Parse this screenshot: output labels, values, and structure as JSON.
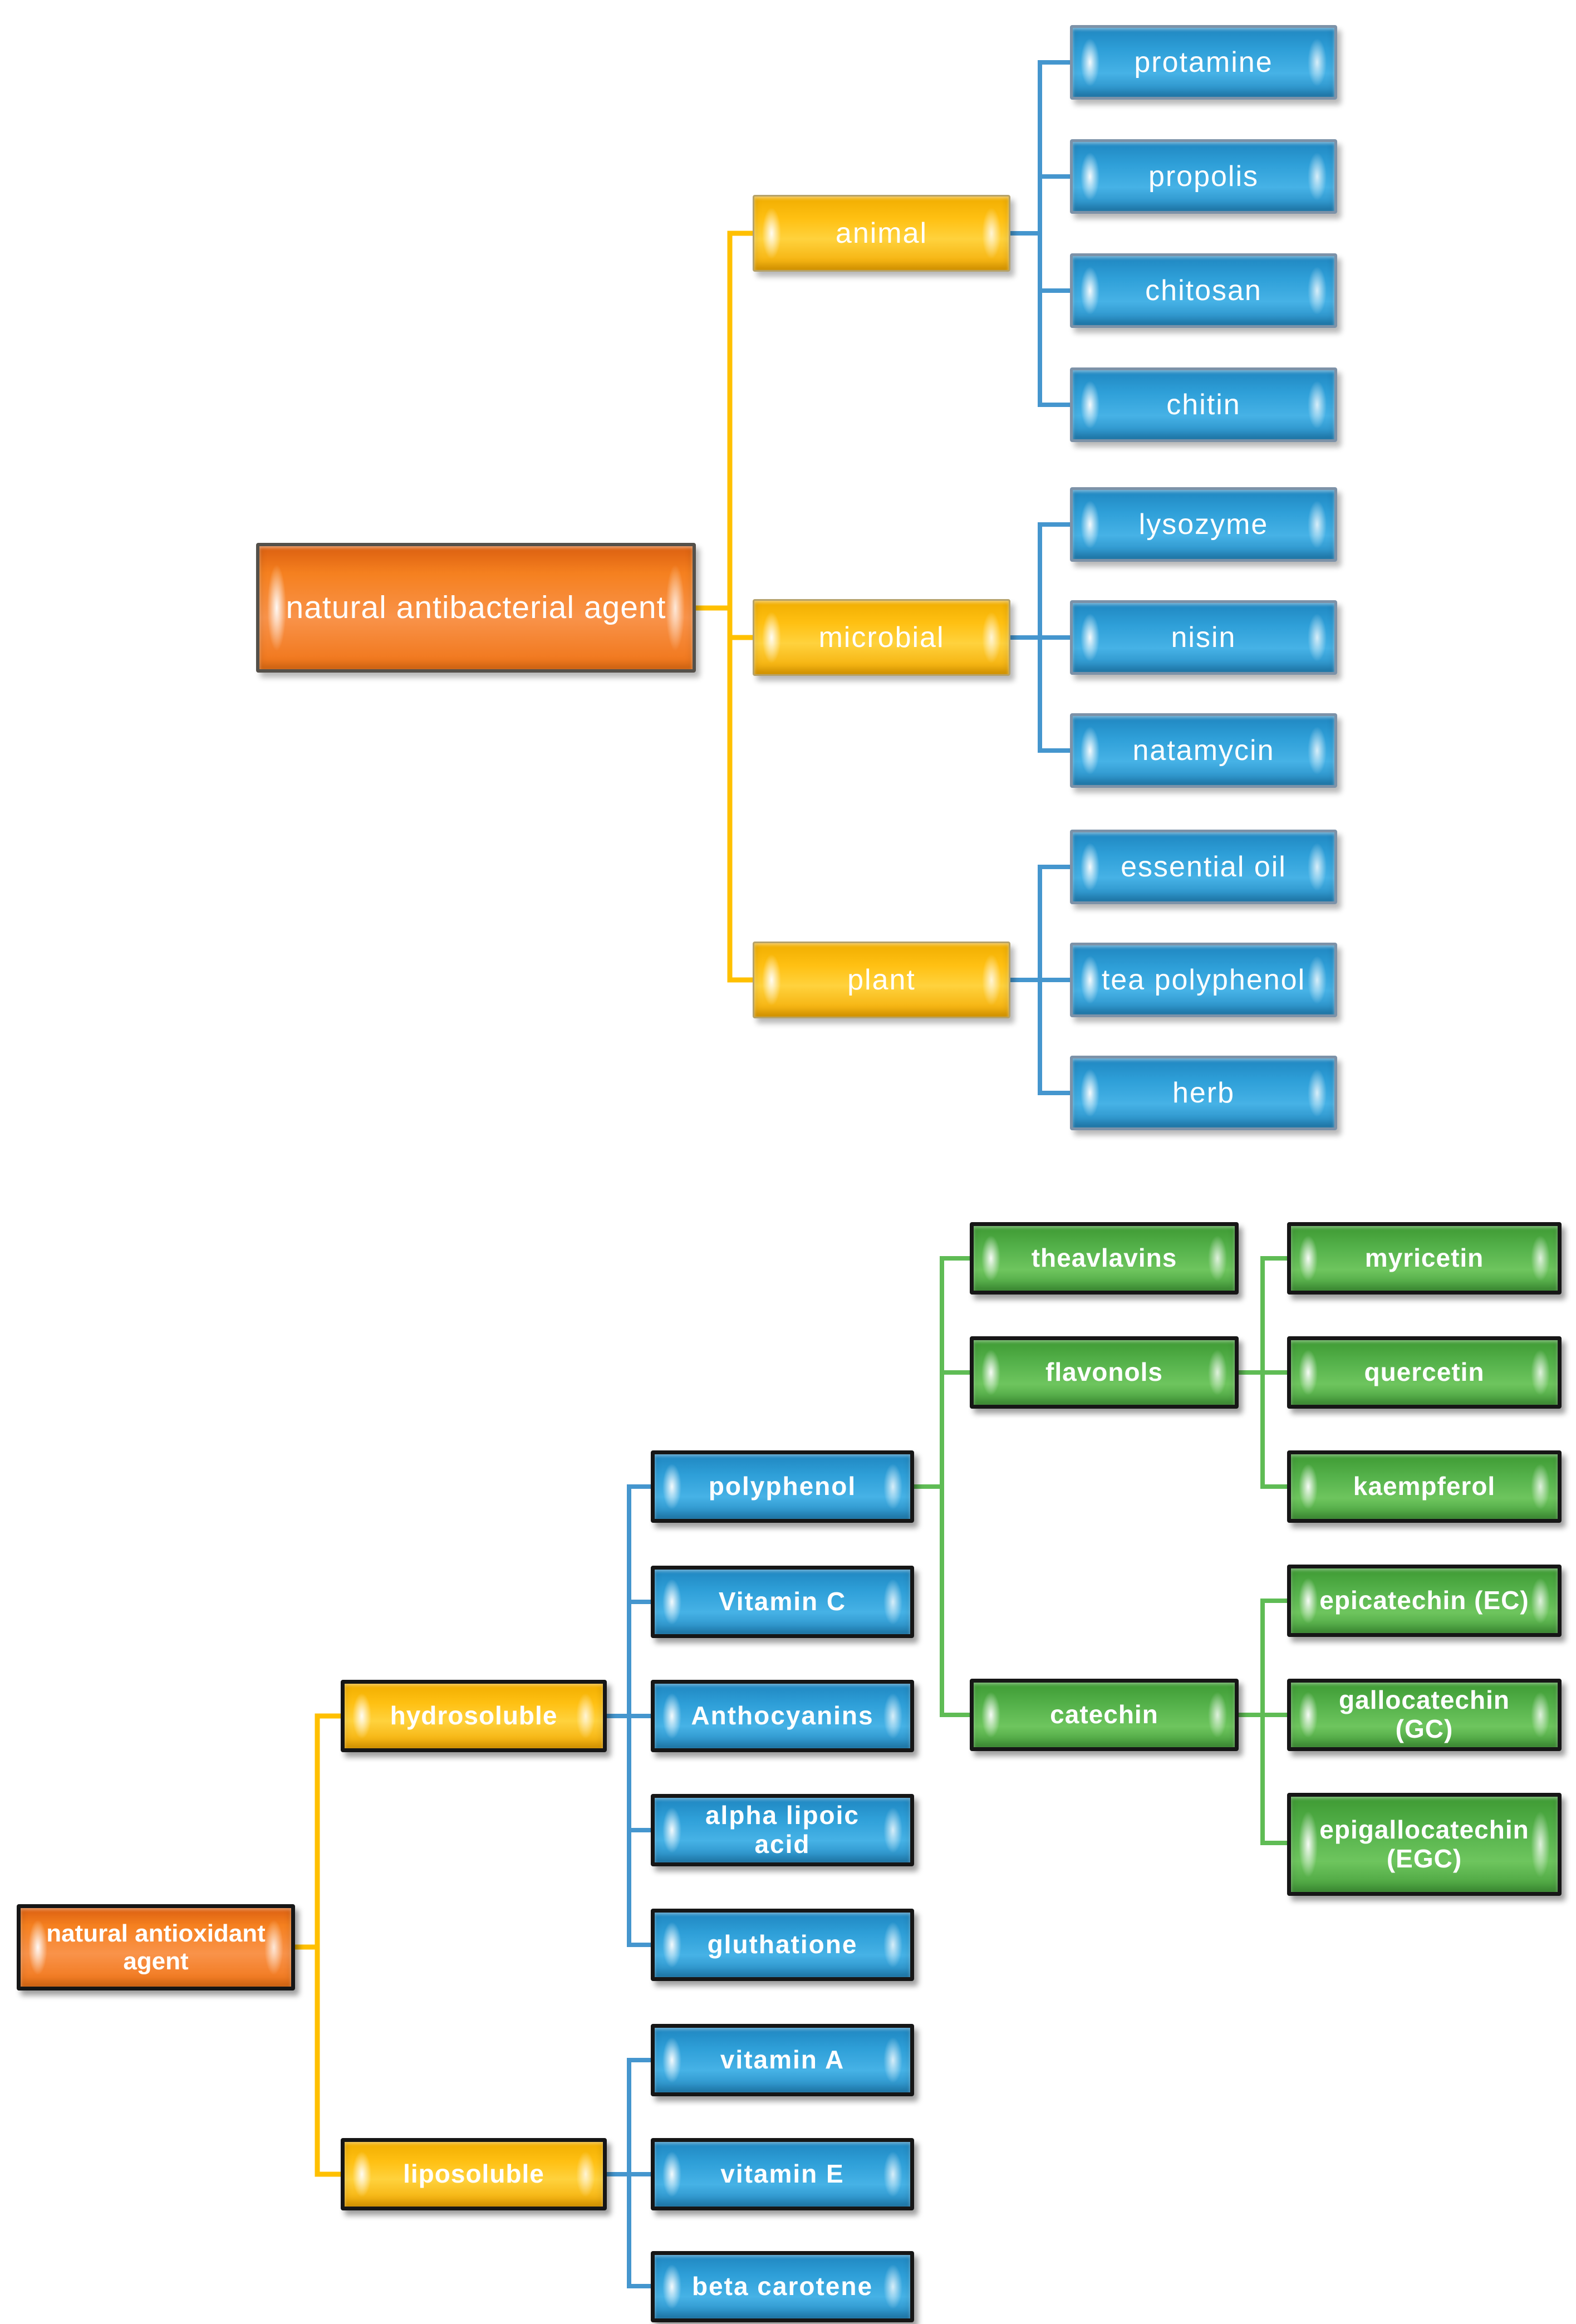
{
  "background": "#ffffff",
  "colors": {
    "orange": "#f5801f",
    "yellow": "#ffc012",
    "blue": "#2e9fd8",
    "green": "#55b24b",
    "connector_yellow": "#ffc000",
    "connector_blue": "#4596ce",
    "connector_green": "#5fbc55",
    "text": "#ffffff",
    "background": "#ffffff"
  },
  "antibacterial": {
    "root": "natural antibacterial agent",
    "branches": [
      {
        "label": "animal",
        "children": [
          "protamine",
          "propolis",
          "chitosan",
          "chitin"
        ]
      },
      {
        "label": "microbial",
        "children": [
          "lysozyme",
          "nisin",
          "natamycin"
        ]
      },
      {
        "label": "plant",
        "children": [
          "essential oil",
          "tea polyphenol",
          "herb"
        ]
      }
    ]
  },
  "antioxidant": {
    "root": "natural antioxidant agent",
    "branches": [
      {
        "label": "hydrosoluble",
        "children": [
          "polyphenol",
          "Vitamin C",
          "Anthocyanins",
          "alpha lipoic acid",
          "gluthatione"
        ]
      },
      {
        "label": "liposoluble",
        "children": [
          "vitamin A",
          "vitamin E",
          "beta carotene"
        ]
      }
    ],
    "polyphenol_subtree": [
      {
        "label": "theavlavins",
        "children": []
      },
      {
        "label": "flavonols",
        "children": [
          "myricetin",
          "quercetin",
          "kaempferol"
        ]
      },
      {
        "label": "catechin",
        "children": [
          "epicatechin (EC)",
          "gallocatechin (GC)",
          "epigallocatechin (EGC)"
        ]
      }
    ]
  }
}
